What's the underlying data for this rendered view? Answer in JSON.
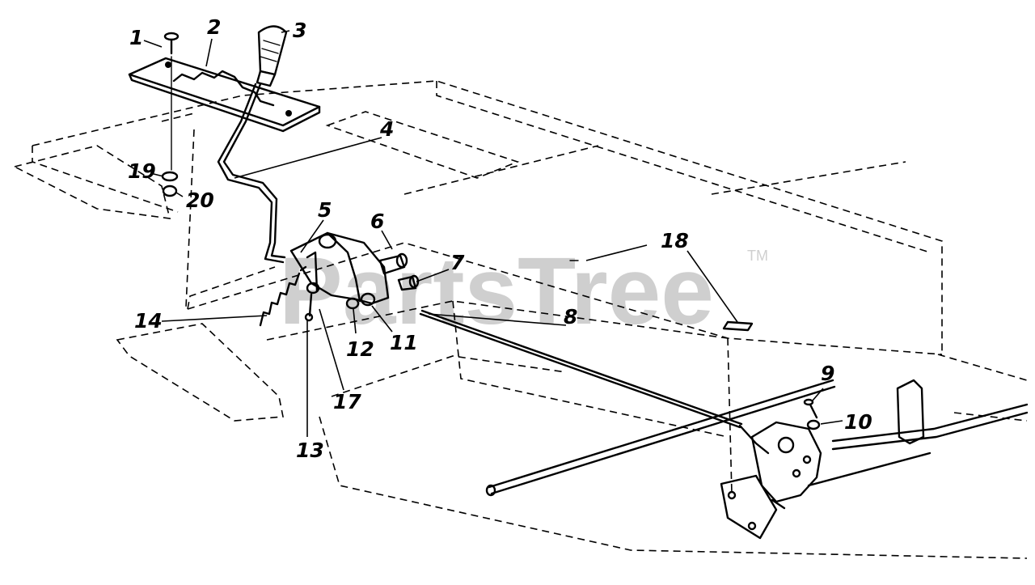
{
  "watermark": {
    "text": "PartsTree",
    "trademark": "TM"
  },
  "callouts": [
    {
      "id": "1",
      "label": "1"
    },
    {
      "id": "2",
      "label": "2"
    },
    {
      "id": "3",
      "label": "3"
    },
    {
      "id": "4",
      "label": "4"
    },
    {
      "id": "5",
      "label": "5"
    },
    {
      "id": "6",
      "label": "6"
    },
    {
      "id": "7",
      "label": "7"
    },
    {
      "id": "8",
      "label": "8"
    },
    {
      "id": "9",
      "label": "9"
    },
    {
      "id": "10",
      "label": "10"
    },
    {
      "id": "11",
      "label": "11"
    },
    {
      "id": "12",
      "label": "12"
    },
    {
      "id": "13",
      "label": "13"
    },
    {
      "id": "14",
      "label": "14"
    },
    {
      "id": "17",
      "label": "17"
    },
    {
      "id": "18",
      "label": "18"
    },
    {
      "id": "19",
      "label": "19"
    },
    {
      "id": "20",
      "label": "20"
    }
  ]
}
